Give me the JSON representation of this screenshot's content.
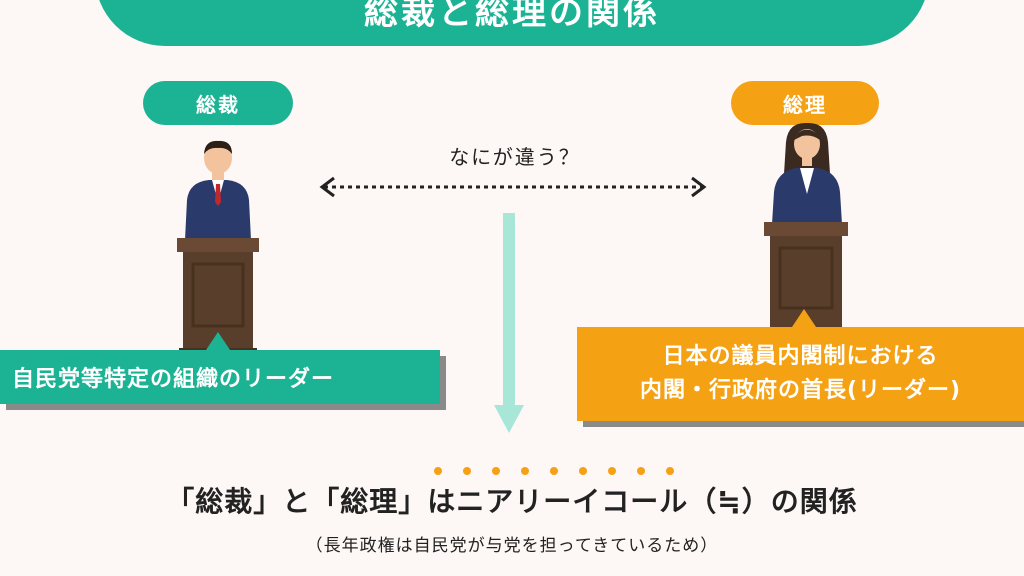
{
  "title": "総裁と総理の関係",
  "left": {
    "label": "総裁",
    "description": "自民党等特定の組織のリーダー"
  },
  "right": {
    "label": "総理",
    "description_line1": "日本の議員内閣制における",
    "description_line2": "内閣・行政府の首長(リーダー)"
  },
  "question": "なにが違う？",
  "conclusion": "「総裁」と「総理」はニアリーイコール（≒）の関係",
  "note": "（長年政権は自民党が与党を担ってきているため）",
  "colors": {
    "green": "#1cb394",
    "orange": "#f5a114",
    "arrow": "#a8e6d8",
    "background": "#fdf7f6"
  }
}
